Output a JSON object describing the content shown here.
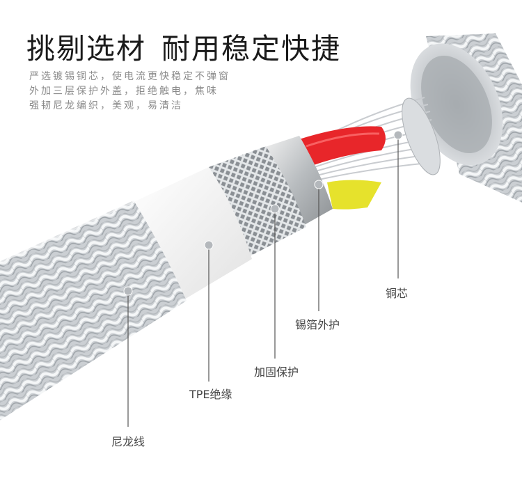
{
  "headline": {
    "left": "挑剔选材",
    "right": "耐用稳定快捷"
  },
  "description": [
    "严选镀锡铜芯，使电流更快稳定不弹窗",
    "外加三层保护外盖，拒绝触电，焦味",
    "强韧尼龙编织，美观，易清洁"
  ],
  "callouts": {
    "copper": "铜芯",
    "foil": "锡箔外护",
    "reinforce": "加固保护",
    "tpe": "TPE绝缘",
    "nylon": "尼龙线"
  },
  "colors": {
    "red_wire": "#e8262a",
    "yellow_wire": "#e6e22c",
    "tpe": "#f4f4f4",
    "braid": "#cfd3d6"
  }
}
